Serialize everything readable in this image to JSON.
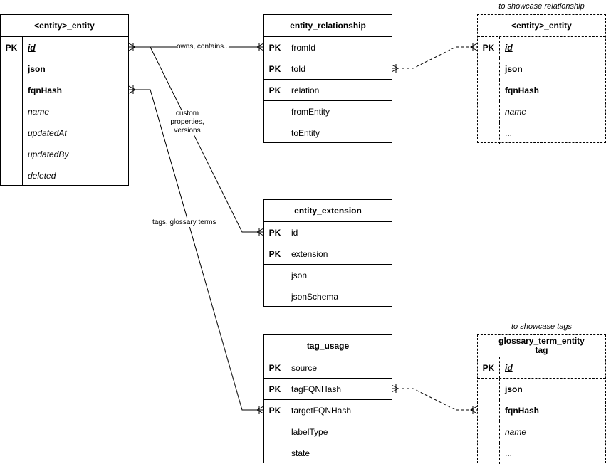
{
  "tables": {
    "entity": {
      "title": "<entity>_entity",
      "rows": [
        {
          "key": "PK",
          "name": "id"
        },
        {
          "key": "",
          "name": "json"
        },
        {
          "key": "",
          "name": "fqnHash"
        },
        {
          "key": "",
          "name": "name"
        },
        {
          "key": "",
          "name": "updatedAt"
        },
        {
          "key": "",
          "name": "updatedBy"
        },
        {
          "key": "",
          "name": "deleted"
        }
      ]
    },
    "entity_relationship": {
      "title": "entity_relationship",
      "rows": [
        {
          "key": "PK",
          "name": "fromId"
        },
        {
          "key": "PK",
          "name": "toId"
        },
        {
          "key": "PK",
          "name": "relation"
        },
        {
          "key": "",
          "name": "fromEntity"
        },
        {
          "key": "",
          "name": "toEntity"
        }
      ]
    },
    "entity_right": {
      "note": "to showcase relationship",
      "title": "<entity>_entity",
      "rows": [
        {
          "key": "PK",
          "name": "id"
        },
        {
          "key": "",
          "name": "json"
        },
        {
          "key": "",
          "name": "fqnHash"
        },
        {
          "key": "",
          "name": "name"
        },
        {
          "key": "",
          "name": "..."
        }
      ]
    },
    "entity_extension": {
      "title": "entity_extension",
      "rows": [
        {
          "key": "PK",
          "name": "id"
        },
        {
          "key": "PK",
          "name": "extension"
        },
        {
          "key": "",
          "name": "json"
        },
        {
          "key": "",
          "name": "jsonSchema"
        }
      ]
    },
    "tag_usage": {
      "title": "tag_usage",
      "rows": [
        {
          "key": "PK",
          "name": "source"
        },
        {
          "key": "PK",
          "name": "tagFQNHash"
        },
        {
          "key": "PK",
          "name": "targetFQNHash"
        },
        {
          "key": "",
          "name": "labelType"
        },
        {
          "key": "",
          "name": "state"
        }
      ]
    },
    "glossary": {
      "note": "to showcase tags",
      "title_line1": "glossary_term_entity",
      "title_line2": "tag",
      "rows": [
        {
          "key": "PK",
          "name": "id"
        },
        {
          "key": "",
          "name": "json"
        },
        {
          "key": "",
          "name": "fqnHash"
        },
        {
          "key": "",
          "name": "name"
        },
        {
          "key": "",
          "name": "..."
        }
      ]
    }
  },
  "edges": {
    "owns": "owns, contains...",
    "custom_line1": "custom",
    "custom_line2": "properties,",
    "custom_line3": "versions",
    "tags": "tags, glossary terms"
  }
}
